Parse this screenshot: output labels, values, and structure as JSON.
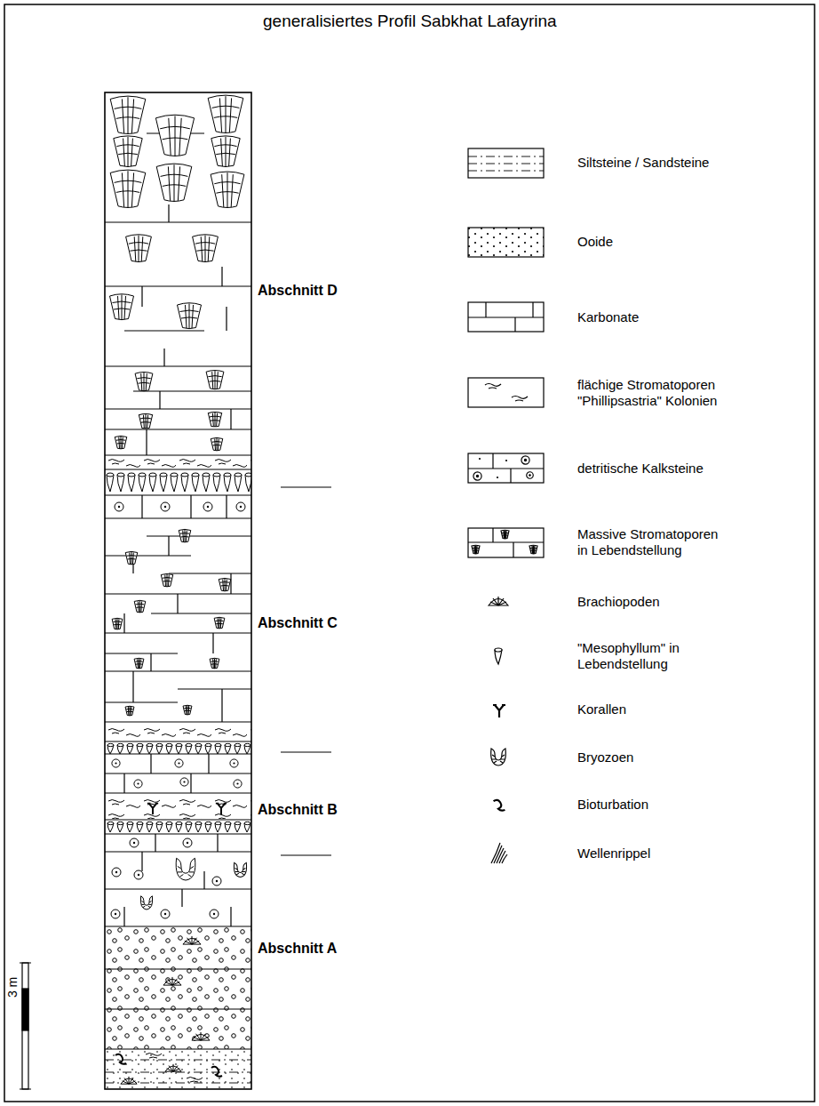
{
  "diagram": {
    "title": "generalisiertes Profil Sabkhat Lafayrina",
    "labels": [
      "Abschnitt D",
      "Abschnitt C",
      "Abschnitt B",
      "Abschnitt A",
      "3 m"
    ],
    "legend": [
      {
        "text": "Siltsteine / Sandsteine"
      },
      {
        "text": "Ooide"
      },
      {
        "text": "Karbonate"
      },
      {
        "text": "flächige Stromatoporen \"Phillipsastria\" Kolonien"
      },
      {
        "text": "detritische Kalksteine"
      },
      {
        "text": "Massive Stromatoporen in Lebendstellung"
      },
      {
        "text": "Brachiopoden"
      },
      {
        "text": "\"Mesophyllum\" in Lebendstellung"
      },
      {
        "text": "Korallen"
      },
      {
        "text": "Bryozoen"
      },
      {
        "text": "Bioturbation"
      },
      {
        "text": "Wellenrippel"
      }
    ]
  }
}
